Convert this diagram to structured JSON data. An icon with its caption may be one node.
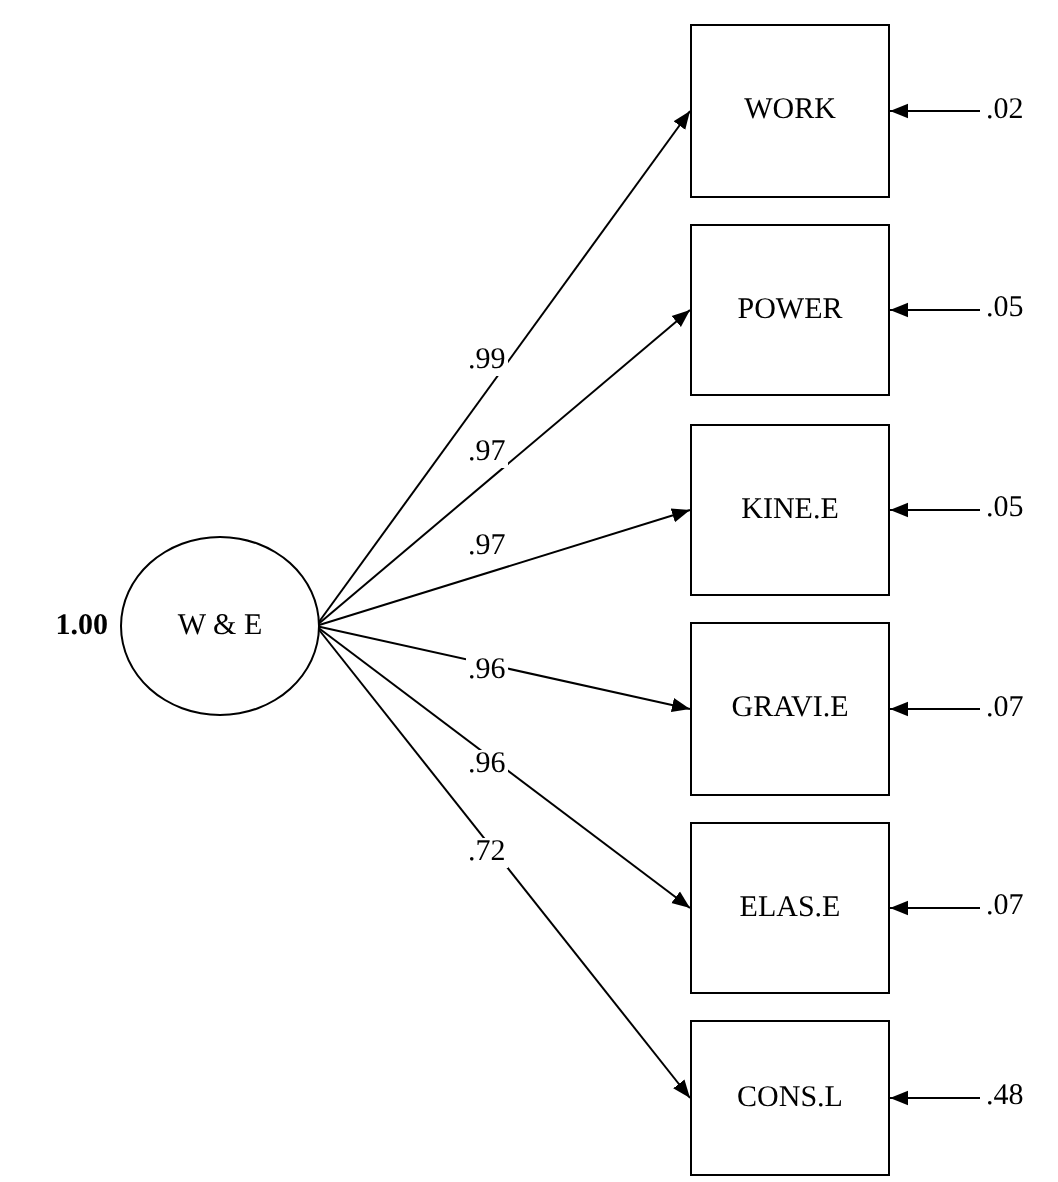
{
  "diagram": {
    "nodes": [
      {
        "text": [
          "W & E"
        ],
        "beside": [
          "1.00"
        ]
      },
      {
        "text": [
          "WORK"
        ]
      },
      {
        "text": [
          "POWER"
        ]
      },
      {
        "text": [
          "KINE.E"
        ]
      },
      {
        "text": [
          "GRAVI.E"
        ]
      },
      {
        "text": [
          "ELAS.E"
        ]
      },
      {
        "text": [
          "CONS.L"
        ]
      }
    ],
    "edges": [
      {
        "from": 0,
        "to": 1,
        "arrow": "to",
        "label": ".99"
      },
      {
        "from": 0,
        "to": 2,
        "arrow": "to",
        "label": ".97"
      },
      {
        "from": 0,
        "to": 3,
        "arrow": "to",
        "label": ".97"
      },
      {
        "from": 0,
        "to": 4,
        "arrow": "to",
        "label": ".96"
      },
      {
        "from": 0,
        "to": 5,
        "arrow": "to",
        "label": ".96"
      },
      {
        "from": 0,
        "to": 6,
        "arrow": "to",
        "label": ".72"
      },
      {
        "from": null,
        "to": 1,
        "arrow": "to",
        "label": ".02"
      },
      {
        "from": null,
        "to": 2,
        "arrow": "to",
        "label": ".05"
      },
      {
        "from": null,
        "to": 3,
        "arrow": "to",
        "label": ".05"
      },
      {
        "from": null,
        "to": 4,
        "arrow": "to",
        "label": ".07"
      },
      {
        "from": null,
        "to": 5,
        "arrow": "to",
        "label": ".07"
      },
      {
        "from": null,
        "to": 6,
        "arrow": "to",
        "label": ".48"
      }
    ]
  }
}
